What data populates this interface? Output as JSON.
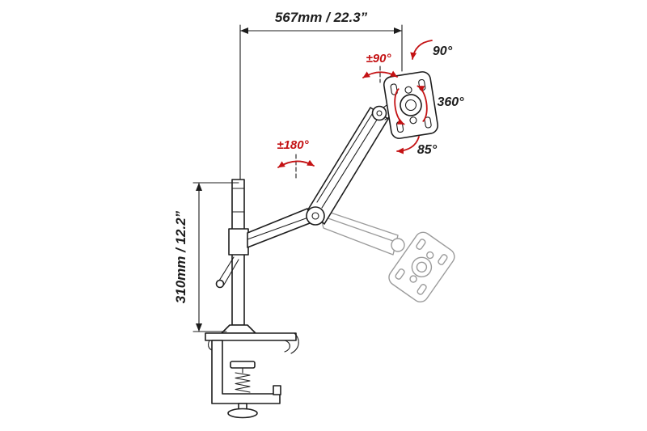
{
  "diagram": {
    "type": "technical-drawing",
    "dimensions": {
      "width": "567mm / 22.3”",
      "height": "310mm / 12.2”"
    },
    "angles": {
      "vesa_swivel": "±90°",
      "tilt_up": "90°",
      "vesa_rotation": "360°",
      "tilt_down": "85°",
      "arm_rotation": "±180°"
    },
    "colors": {
      "line": "#1d1d1d",
      "ghost_line": "#9b9b9b",
      "accent_red": "#c41214"
    }
  }
}
